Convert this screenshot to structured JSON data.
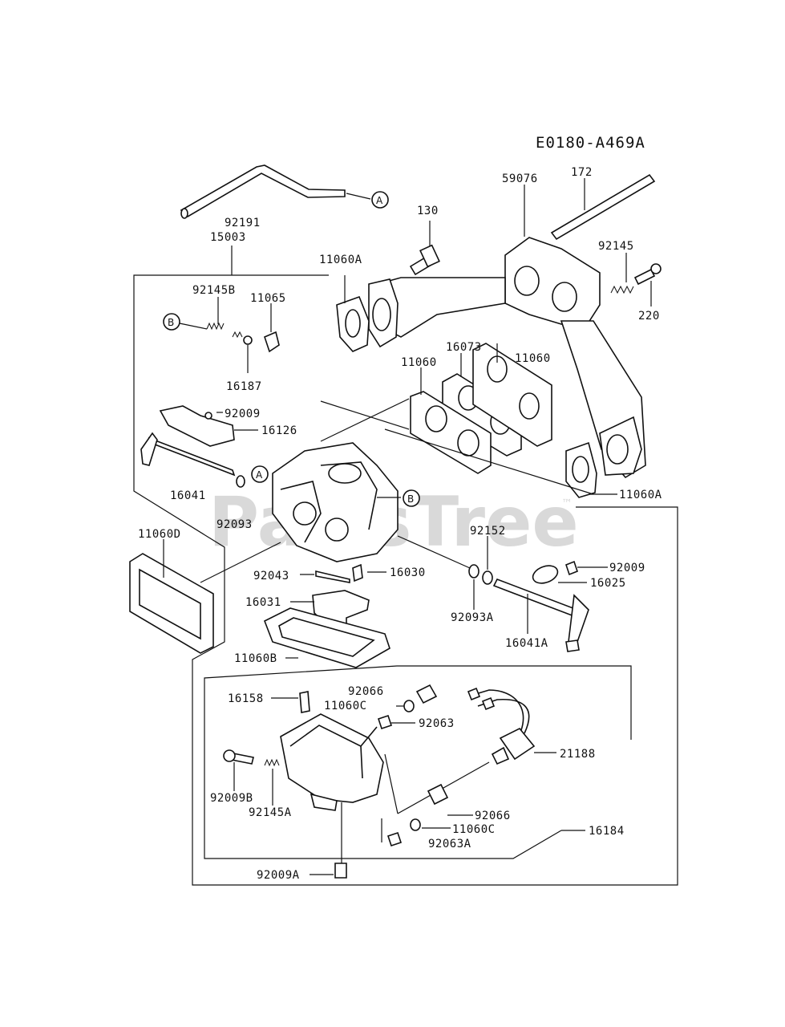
{
  "diagram_code": "E0180-A469A",
  "watermark": "PartsTree",
  "watermark_tm": "™",
  "callouts": {
    "A": "A",
    "B": "B"
  },
  "labels": {
    "p172": "172",
    "p59076": "59076",
    "p130": "130",
    "p92145": "92145",
    "p220": "220",
    "p92191": "92191",
    "p15003": "15003",
    "p11060A_top": "11060A",
    "p92145B": "92145B",
    "p11065": "11065",
    "p16187": "16187",
    "p16073": "16073",
    "p11060_l": "11060",
    "p11060_r": "11060",
    "p92009_a": "92009",
    "p16126": "16126",
    "p16041": "16041",
    "p92093": "92093",
    "p11060A_bot": "11060A",
    "p11060D": "11060D",
    "p92152": "92152",
    "p92009_b": "92009",
    "p16025": "16025",
    "p92043": "92043",
    "p16030": "16030",
    "p92093A": "92093A",
    "p16031": "16031",
    "p16041A": "16041A",
    "p11060B": "11060B",
    "p16158": "16158",
    "p92066_a": "92066",
    "p11060C_a": "11060C",
    "p92063": "92063",
    "p21188": "21188",
    "p92009B": "92009B",
    "p92145A": "92145A",
    "p92066_b": "92066",
    "p11060C_b": "11060C",
    "p92063A": "92063A",
    "p16184": "16184",
    "p92009A": "92009A"
  }
}
